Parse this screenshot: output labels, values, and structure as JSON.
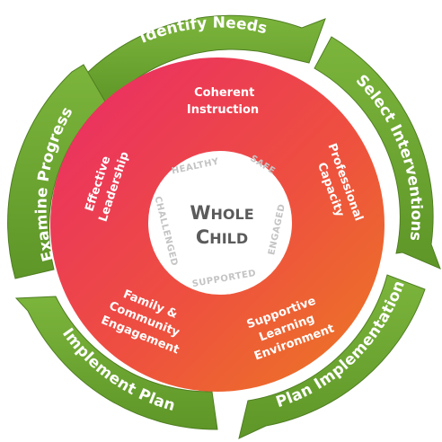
{
  "cycle": {
    "steps": [
      {
        "label": "Identify Needs"
      },
      {
        "label": "Select Interventions"
      },
      {
        "label": "Plan Implementation"
      },
      {
        "label": "Implement Plan"
      },
      {
        "label": "Examine Progress"
      }
    ]
  },
  "domains": [
    {
      "lines": [
        "Coherent",
        "Instruction"
      ]
    },
    {
      "lines": [
        "Professional",
        "Capacity"
      ]
    },
    {
      "lines": [
        "Supportive",
        "Learning",
        "Environment"
      ]
    },
    {
      "lines": [
        "Family &",
        "Community",
        "Engagement"
      ]
    },
    {
      "lines": [
        "Effective",
        "Leadership"
      ]
    }
  ],
  "core": {
    "title_line1": {
      "cap": "W",
      "rest": "HOLE"
    },
    "title_line2": {
      "cap": "C",
      "rest": "HILD"
    },
    "tenets": [
      "HEALTHY",
      "SAFE",
      "ENGAGED",
      "SUPPORTED",
      "CHALLENGED"
    ]
  },
  "colors": {
    "arrow_green": "#6ea534",
    "arrow_green_dark": "#4f7e22",
    "inner_pink": "#e8345e",
    "inner_orange": "#ec6a2a",
    "core_text": "#5b5b5b",
    "core_words": "#c4c4c4"
  }
}
